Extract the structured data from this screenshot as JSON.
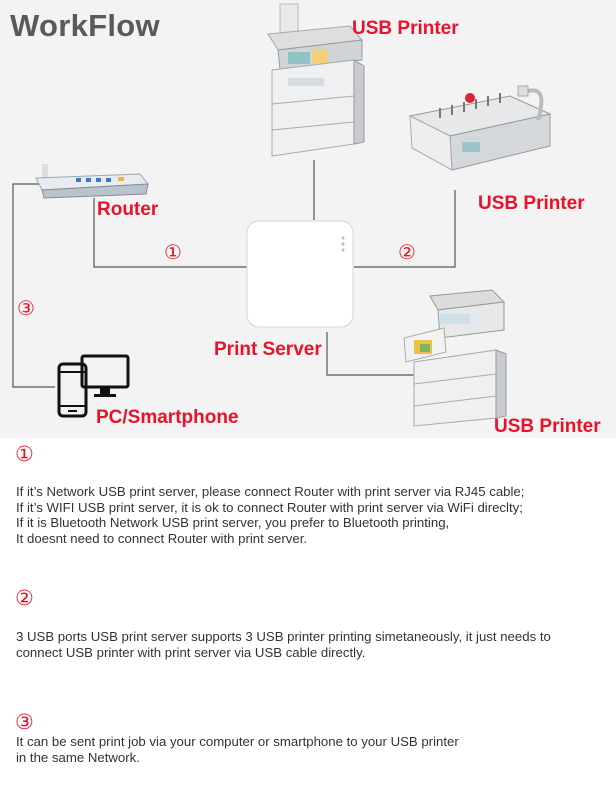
{
  "title": "WorkFlow",
  "colors": {
    "accent_red": "#e8132a",
    "line": "#555555",
    "title_gray": "#5a5a5a",
    "device_white": "#ffffff"
  },
  "diagram": {
    "labels": {
      "usb_printer_top": "USB Printer",
      "usb_printer_right": "USB Printer",
      "usb_printer_bottom": "USB Printer",
      "router": "Router",
      "print_server": "Print Server",
      "pc_smartphone": "PC/Smartphone"
    },
    "markers": {
      "m1": "①",
      "m2": "②",
      "m3": "③"
    },
    "icons": [
      "router-icon",
      "print-server-icon",
      "printer-icon",
      "binding-machine-icon",
      "copier-icon",
      "phone-icon",
      "monitor-icon"
    ]
  },
  "notes": [
    {
      "marker": "①",
      "lines": [
        "If it’s Network USB print server, please connect Router with print server via RJ45 cable;",
        "If it’s WIFI USB print server, it is ok to connect Router with print server via WiFi direclty;",
        "If it is Bluetooth Network USB print server, you prefer to Bluetooth printing,",
        "It doesnt need to connect Router with print server."
      ]
    },
    {
      "marker": "②",
      "lines": [
        "3 USB ports USB print server supports 3 USB printer printing simetaneously, it just needs to",
        "connect USB printer with print server via USB cable directly."
      ]
    },
    {
      "marker": "③",
      "lines": [
        "It can be sent print job via your computer or smartphone to your USB printer",
        "in the same Network."
      ]
    }
  ]
}
